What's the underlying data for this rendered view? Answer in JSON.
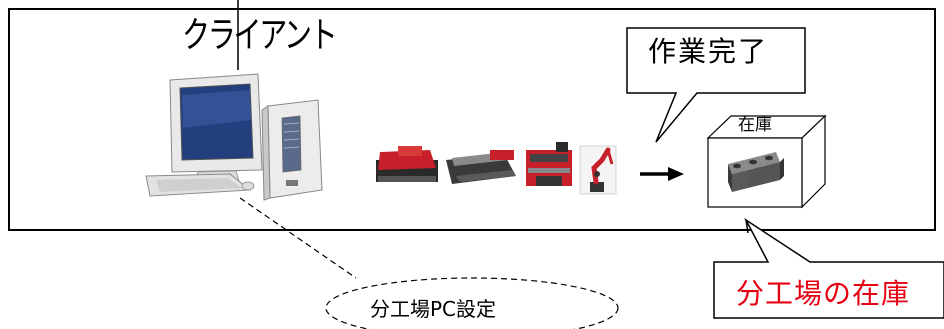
{
  "labels": {
    "client": "クライアント",
    "work_complete": "作業完了",
    "inventory": "在庫",
    "branch_inventory": "分工場の在庫",
    "branch_pc_setting": "分工場PC設定"
  },
  "colors": {
    "line": "#000000",
    "highlight_text": "#e60012",
    "machine_red": "#c8202a",
    "machine_dark": "#2a2a2a",
    "pc_body": "#e6e6e6",
    "pc_screen": "#1e3a78",
    "block_gray": "#555555"
  },
  "icons": [
    "desktop-pc-icon",
    "turret-punch-press-icon",
    "laser-cutter-icon",
    "press-brake-icon",
    "welding-robot-icon",
    "right-arrow-icon",
    "inventory-box-icon",
    "parts-block-icon"
  ]
}
